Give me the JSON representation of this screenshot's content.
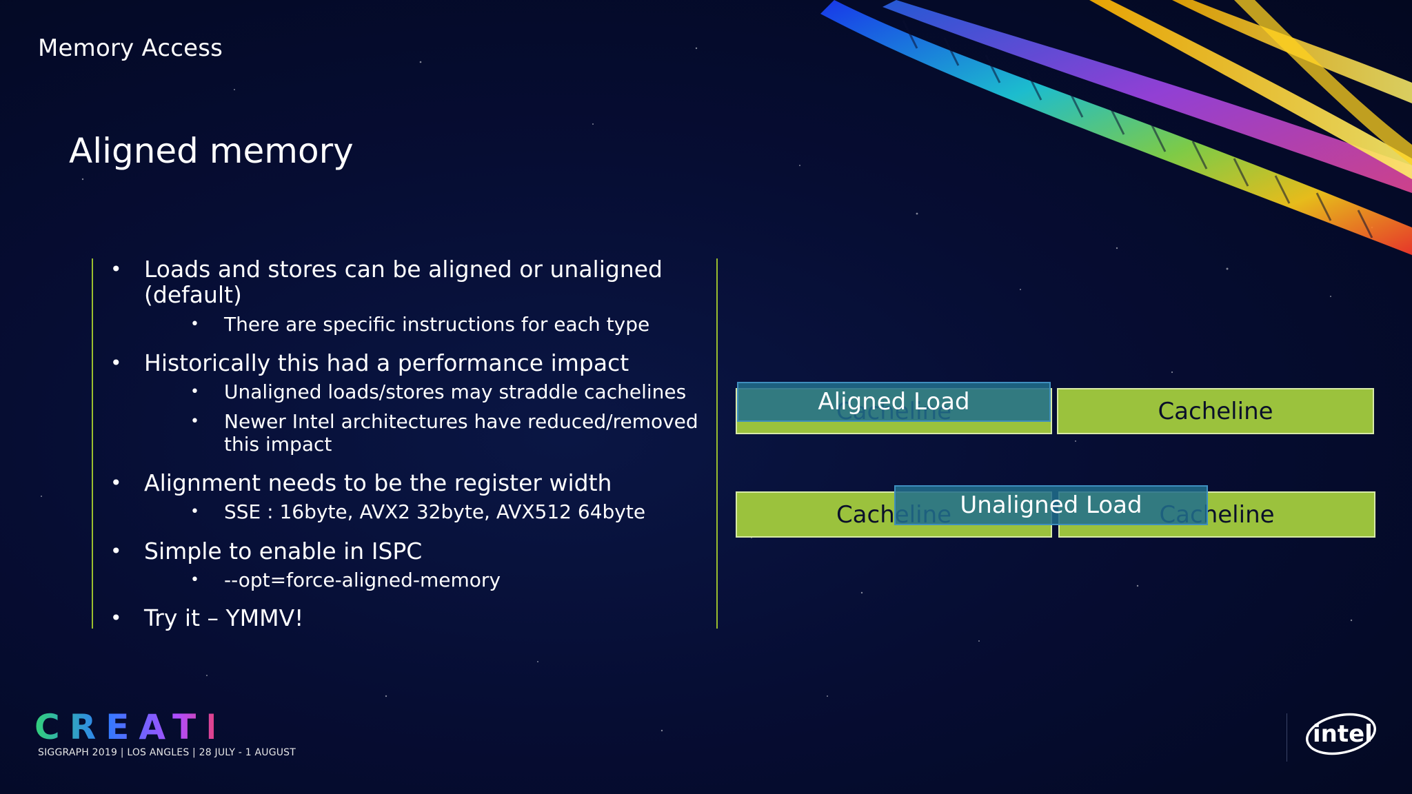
{
  "slide": {
    "section_title": "Memory Access",
    "title": "Aligned memory"
  },
  "bullets": [
    {
      "text": "Loads and stores can be aligned or unaligned (default)",
      "sub": [
        "There are specific instructions for each type"
      ]
    },
    {
      "text": "Historically this had a performance impact",
      "sub": [
        "Unaligned loads/stores may straddle cachelines",
        "Newer Intel architectures have reduced/removed this impact"
      ]
    },
    {
      "text": "Alignment needs to be the register width",
      "sub": [
        "SSE : 16byte, AVX2 32byte, AVX512 64byte"
      ]
    },
    {
      "text": "Simple to enable in ISPC",
      "sub": [
        "--opt=force-aligned-memory"
      ]
    },
    {
      "text": "Try it – YMMV!",
      "sub": []
    }
  ],
  "diagram": {
    "cacheline_label": "Cacheline",
    "aligned_label": "Aligned Load",
    "unaligned_label": "Unaligned Load"
  },
  "footer": {
    "brand": "CREATE",
    "event": "SIGGRAPH 2019 | LOS ANGLES | 28 JULY - 1 AUGUST",
    "logo": "intel"
  },
  "colors": {
    "background": "#060d33",
    "accent_line": "#9bbf2e",
    "cacheline_fill": "#9bc23d",
    "load_fill": "#216e8c"
  }
}
